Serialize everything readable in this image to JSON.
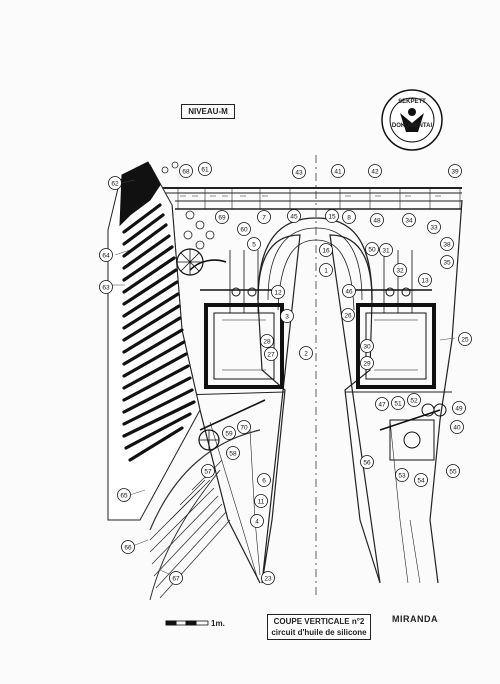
{
  "header": {
    "level_label": "NIVEAU-M",
    "seal_top": "SEKPETT",
    "seal_bottom": "DOKUMENTAI"
  },
  "footer": {
    "caption_line1": "COUPE VERTICALE n°2",
    "caption_line2": "circuit d'huile de silicone",
    "scale_label": "1m.",
    "signature": "MIRANDA"
  },
  "callouts": [
    "1",
    "2",
    "3",
    "4",
    "5",
    "6",
    "7",
    "8",
    "11",
    "12",
    "13",
    "15",
    "16",
    "23",
    "25",
    "26",
    "27",
    "28",
    "29",
    "30",
    "31",
    "32",
    "33",
    "34",
    "35",
    "38",
    "39",
    "40",
    "41",
    "42",
    "43",
    "45",
    "46",
    "47",
    "48",
    "49",
    "50",
    "51",
    "52",
    "53",
    "54",
    "55",
    "56",
    "57",
    "58",
    "59",
    "60",
    "61",
    "62",
    "63",
    "64",
    "65",
    "66",
    "67",
    "68",
    "69",
    "70"
  ]
}
